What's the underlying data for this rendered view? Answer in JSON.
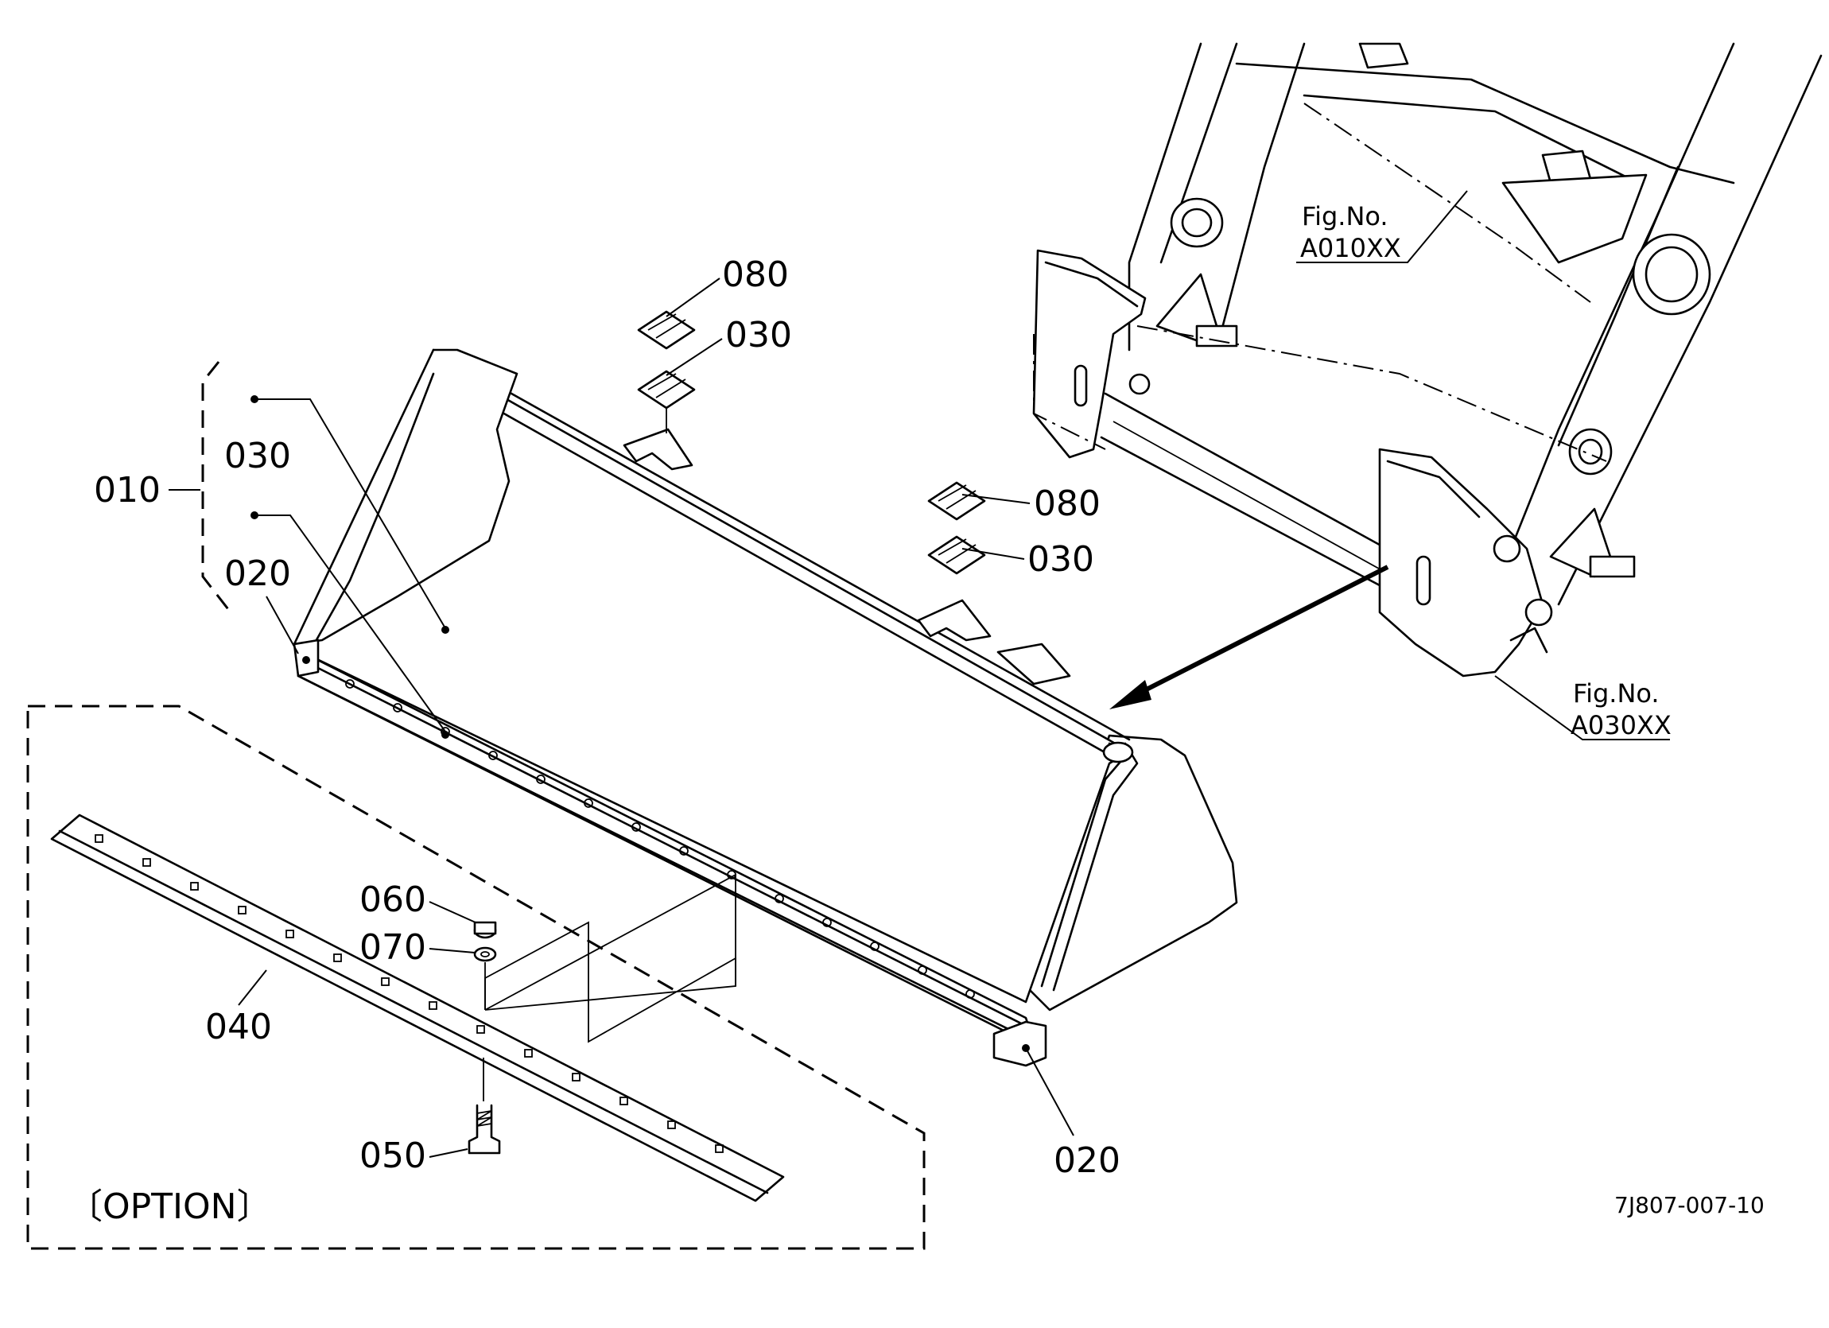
{
  "labels": {
    "p010": "010",
    "p030_a": "030",
    "p020_a": "020",
    "p080_a": "080",
    "p030_b": "030",
    "p080_b": "080",
    "p030_c": "030",
    "p060": "060",
    "p070": "070",
    "p040": "040",
    "p050": "050",
    "p020_b": "020"
  },
  "references": {
    "fig_a010_line1": "Fig.No.",
    "fig_a010_line2": "A010XX",
    "fig_a030_line1": "Fig.No.",
    "fig_a030_line2": "A030XX"
  },
  "option_label": "〔OPTION〕",
  "drawing_id": "7J807-007-10"
}
